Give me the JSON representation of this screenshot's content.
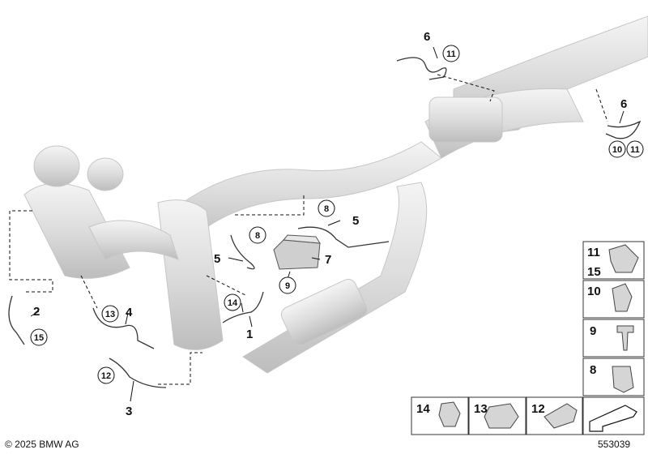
{
  "callouts": {
    "c1": "1",
    "c2": "2",
    "c3": "3",
    "c4": "4",
    "c5a": "5",
    "c5b": "5",
    "c6a": "6",
    "c6b": "6",
    "c7": "7",
    "circ8a": "8",
    "circ8b": "8",
    "circ9": "9",
    "circ10": "10",
    "circ11a": "11",
    "circ11b": "11",
    "circ12": "12",
    "circ13": "13",
    "circ14": "14",
    "circ15": "15"
  },
  "legend": {
    "n11": "11",
    "n15": "15",
    "n10": "10",
    "n9": "9",
    "n8": "8",
    "n14": "14",
    "n13": "13",
    "n12": "12"
  },
  "footer": {
    "copyright": "© 2025 BMW AG",
    "ref": "553039"
  }
}
